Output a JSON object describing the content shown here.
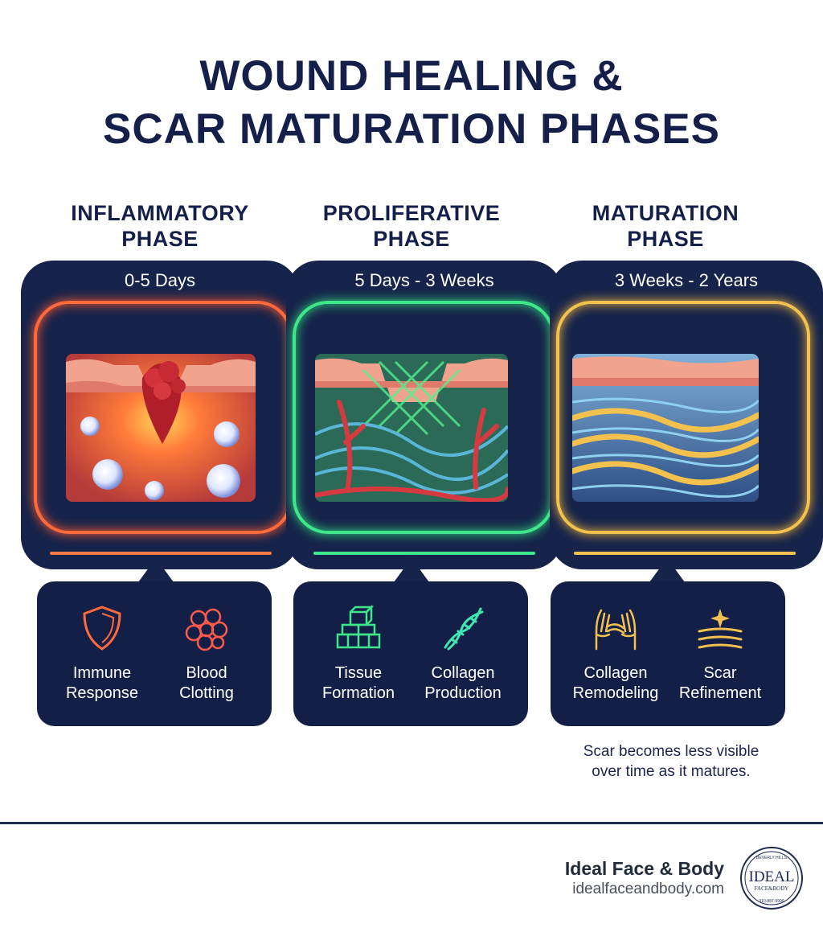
{
  "title": {
    "line1": "WOUND HEALING &",
    "line2": "SCAR MATURATION PHASES"
  },
  "phases": [
    {
      "name_l1": "INFLAMMATORY",
      "name_l2": "PHASE",
      "duration": "0-5 Days",
      "color": "#ff6a3d",
      "items": [
        {
          "icon": "shield-icon",
          "l1": "Immune",
          "l2": "Response"
        },
        {
          "icon": "blood-cells-icon",
          "l1": "Blood",
          "l2": "Clotting"
        }
      ]
    },
    {
      "name_l1": "PROLIFERATIVE",
      "name_l2": "PHASE",
      "duration": "5 Days - 3 Weeks",
      "color": "#3ee88a",
      "items": [
        {
          "icon": "building-blocks-icon",
          "l1": "Tissue",
          "l2": "Formation"
        },
        {
          "icon": "collagen-helix-icon",
          "l1": "Collagen",
          "l2": "Production"
        }
      ]
    },
    {
      "name_l1": "MATURATION",
      "name_l2": "PHASE",
      "duration": "3 Weeks - 2 Years",
      "color": "#f2c14e",
      "items": [
        {
          "icon": "hands-icon",
          "l1": "Collagen",
          "l2": "Remodeling"
        },
        {
          "icon": "sparkle-lines-icon",
          "l1": "Scar",
          "l2": "Refinement"
        }
      ]
    }
  ],
  "note": {
    "l1": "Scar becomes less visible",
    "l2": "over time as it matures."
  },
  "brand": {
    "name": "Ideal Face & Body",
    "url": "idealfaceandbody.com"
  },
  "logo": {
    "top_text": "BEVERLY HILLS",
    "main": "IDEAL",
    "sub": "FACE&BODY",
    "bottom_text": "310-887-9999"
  }
}
